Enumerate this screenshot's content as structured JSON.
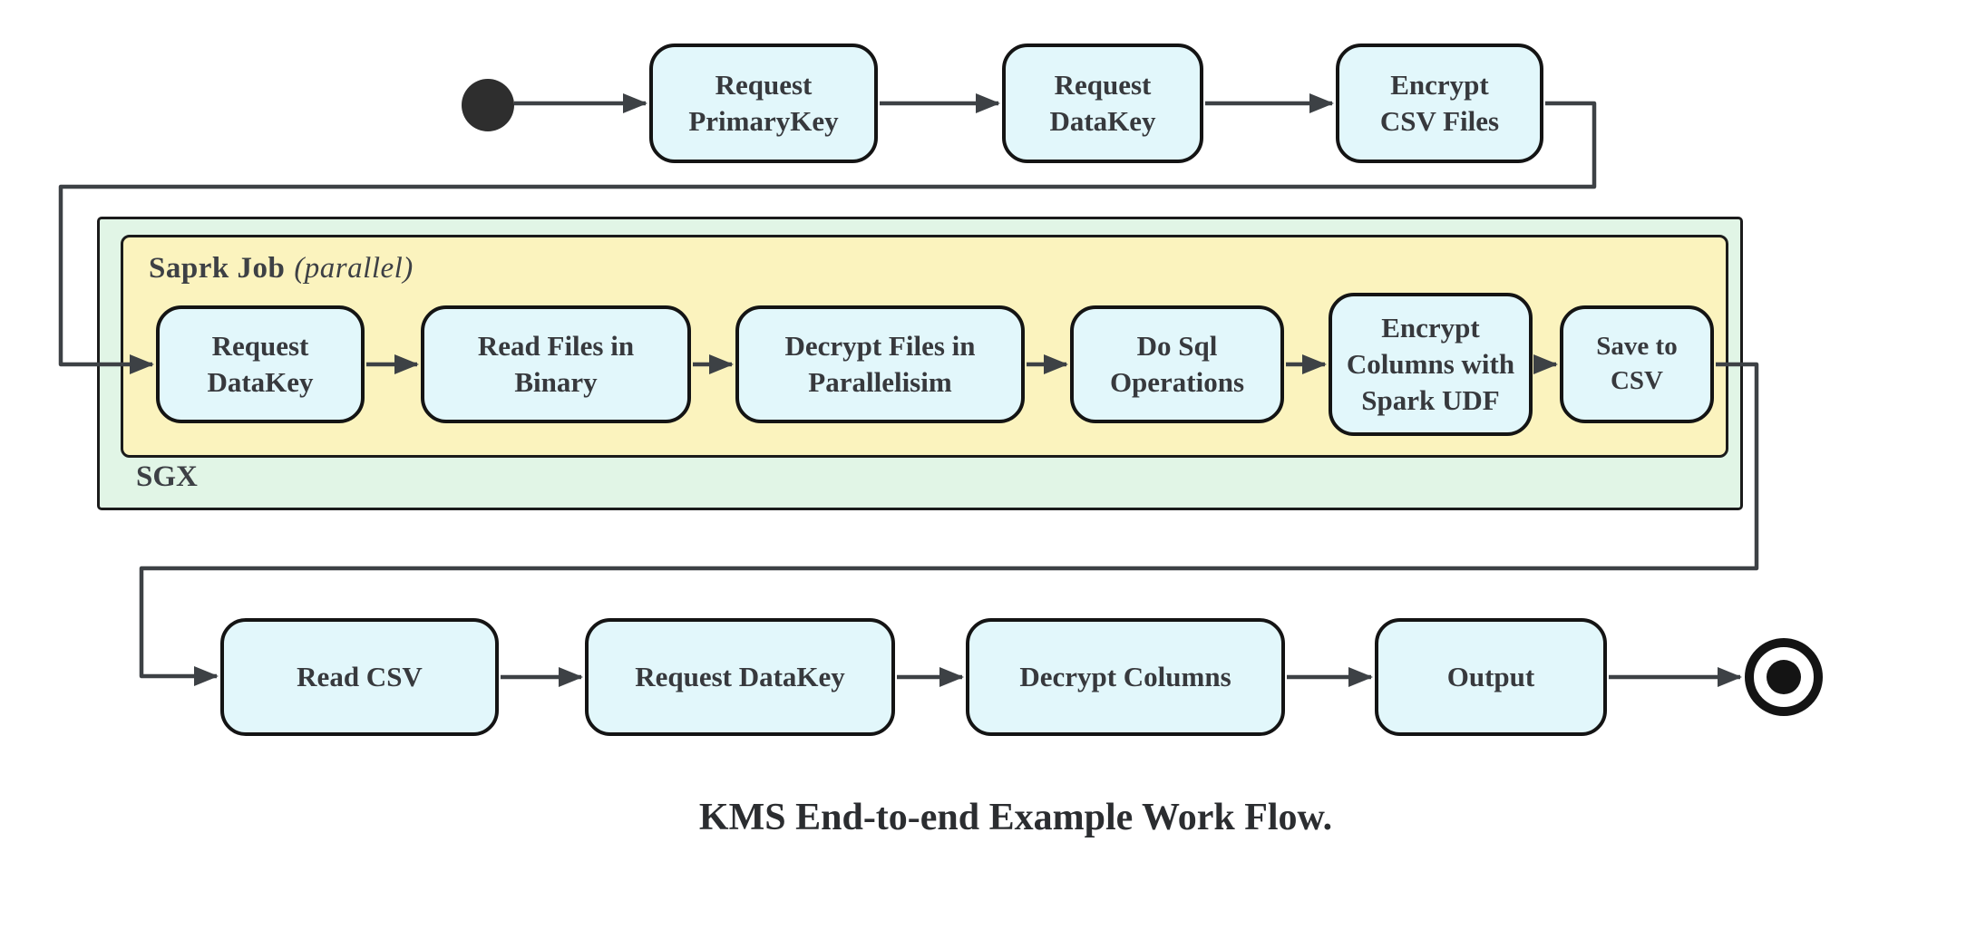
{
  "caption": "KMS End-to-end Example Work Flow.",
  "flow": {
    "top": [
      "Request\nPrimaryKey",
      "Request\nDataKey",
      "Encrypt\nCSV Files"
    ],
    "sgx": {
      "label": "SGX",
      "spark": {
        "title": "Saprk Job",
        "qualifier": "(parallel)",
        "steps": [
          "Request\nDataKey",
          "Read Files in\nBinary",
          "Decrypt Files in\nParallelisim",
          "Do Sql\nOperations",
          "Encrypt\nColumns with\nSpark UDF",
          "Save to CSV"
        ]
      }
    },
    "bottom": [
      "Read CSV",
      "Request DataKey",
      "Decrypt Columns",
      "Output"
    ]
  },
  "colors": {
    "node_fill": "#E2F7FB",
    "node_border": "#141414",
    "sgx_fill": "#E1F5E6",
    "spark_fill": "#FBF3BE",
    "edge": "#3D4145",
    "start_state": "#2E2E2E",
    "text": "#37393D"
  }
}
